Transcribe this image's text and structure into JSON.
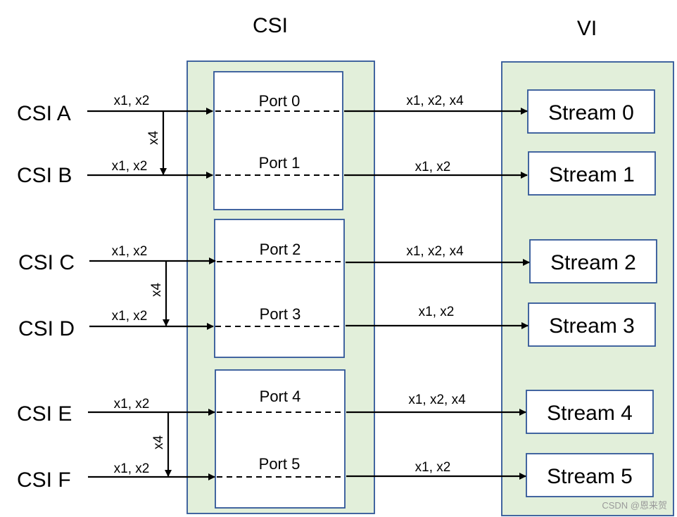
{
  "titles": {
    "csi": "CSI",
    "vi": "VI"
  },
  "inputs": [
    "CSI A",
    "CSI B",
    "CSI C",
    "CSI D",
    "CSI E",
    "CSI F"
  ],
  "input_lane_label": "x1, x2",
  "merge_label": "x4",
  "ports": [
    "Port 0",
    "Port 1",
    "Port 2",
    "Port 3",
    "Port 4",
    "Port 5"
  ],
  "output_lane_labels": [
    "x1, x2, x4",
    "x1, x2",
    "x1, x2, x4",
    "x1, x2",
    "x1, x2, x4",
    "x1, x2"
  ],
  "streams": [
    "Stream 0",
    "Stream 1",
    "Stream 2",
    "Stream 3",
    "Stream 4",
    "Stream 5"
  ],
  "watermark": "CSDN @恩来贺",
  "colors": {
    "panel_fill": "#e2efda",
    "border": "#2f5597"
  }
}
